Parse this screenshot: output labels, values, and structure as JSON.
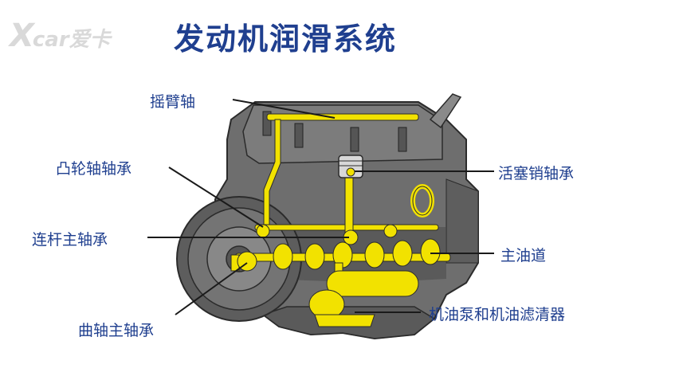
{
  "title": "发动机润滑系统",
  "watermark": {
    "mark": "X",
    "text": "car爱卡"
  },
  "labels": {
    "rocker_shaft": "摇臂轴",
    "camshaft_bearing": "凸轮轴轴承",
    "conrod_main_bearing": "连杆主轴承",
    "crankshaft_main_bearing": "曲轴主轴承",
    "piston_pin_bearing": "活塞销轴承",
    "main_oil_gallery": "主油道",
    "oil_pump_and_filter": "机油泵和机油滤清器"
  },
  "colors": {
    "title": "#1f3f8f",
    "label": "#1f3f8f",
    "oil": "#f2e200",
    "engine_body": "#6e6e6e",
    "engine_dark": "#3a3a3a",
    "engine_light": "#a8a8a8"
  }
}
